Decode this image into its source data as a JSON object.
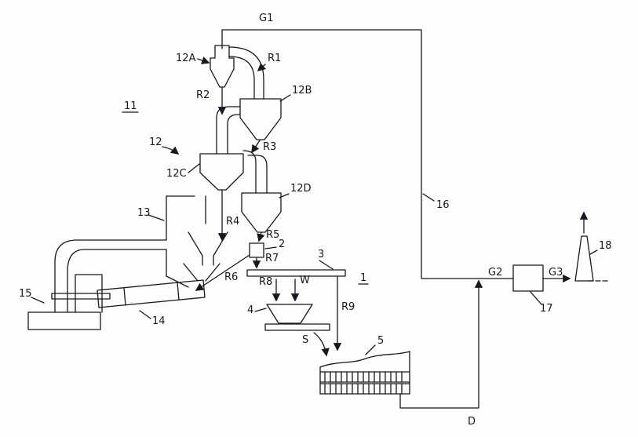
{
  "figure": {
    "line_color": "#17171f",
    "labels": {
      "g1": "G1",
      "c12a": "12A",
      "r1": "R1",
      "r2": "R2",
      "c12b": "12B",
      "n11": "11",
      "n12": "12",
      "r3": "R3",
      "c12c": "12C",
      "c12d": "12D",
      "n13": "13",
      "r4": "R4",
      "r5": "R5",
      "n2": "2",
      "r6": "R6",
      "r7": "R7",
      "n3": "3",
      "r8": "R8",
      "w": "W",
      "n1": "1",
      "r9": "R9",
      "n4": "4",
      "s": "S",
      "n5": "5",
      "n14": "14",
      "n15": "15",
      "n16": "16",
      "g2": "G2",
      "n17": "17",
      "g3": "G3",
      "n18": "18",
      "d": "D"
    }
  }
}
